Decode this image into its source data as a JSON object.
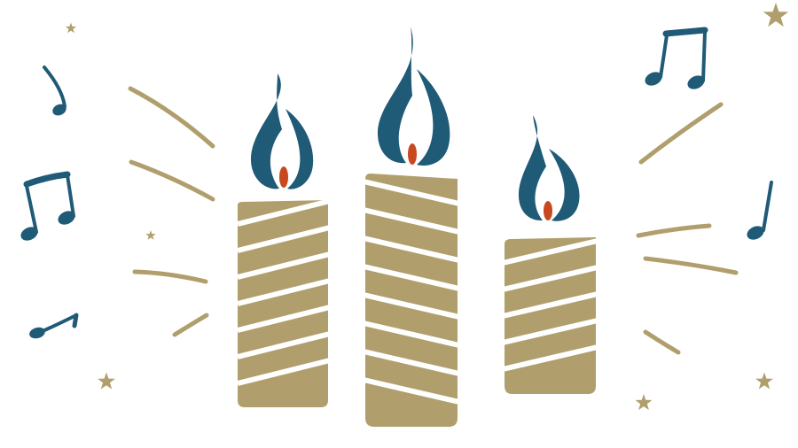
{
  "illustration": {
    "subject": "three-spiral-candles-with-music-notes",
    "colors": {
      "background": "#ffffff",
      "wax": "#b09f6d",
      "flame": "#1f5a77",
      "wick": "#c8491f",
      "rays": "#b09f6d",
      "stars": "#b09f6d",
      "notes": "#1f5a77"
    },
    "candles": [
      {
        "name": "left-candle",
        "flame": "lit"
      },
      {
        "name": "middle-candle",
        "flame": "lit"
      },
      {
        "name": "right-candle",
        "flame": "lit"
      }
    ],
    "icons": [
      "candle-icon",
      "flame-icon",
      "music-note-icon",
      "beamed-notes-icon",
      "star-icon"
    ]
  }
}
